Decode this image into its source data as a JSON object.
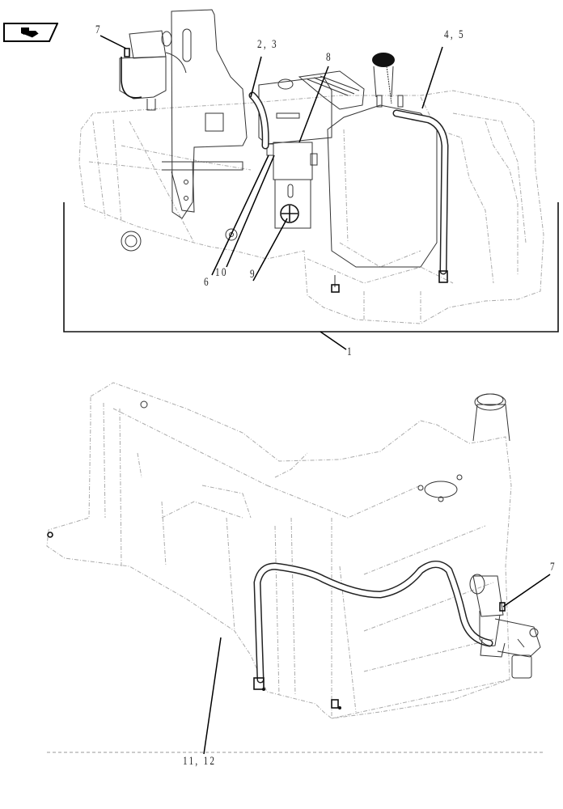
{
  "nav": {
    "icon": "book-pointer-icon"
  },
  "top_view": {
    "callouts": [
      {
        "id": "c7a",
        "label": "7"
      },
      {
        "id": "c23",
        "label": "2, 3"
      },
      {
        "id": "c8",
        "label": "8"
      },
      {
        "id": "c45",
        "label": "4, 5"
      },
      {
        "id": "c6",
        "label": "6"
      },
      {
        "id": "c10",
        "label": "10"
      },
      {
        "id": "c9",
        "label": "9"
      },
      {
        "id": "c1",
        "label": "1"
      }
    ]
  },
  "bottom_view": {
    "callouts": [
      {
        "id": "c7b",
        "label": "7"
      },
      {
        "id": "c1112",
        "label": "11, 12"
      }
    ]
  },
  "colors": {
    "line": "#111111",
    "hidden_line": "#aaaaaa",
    "background": "#ffffff"
  }
}
